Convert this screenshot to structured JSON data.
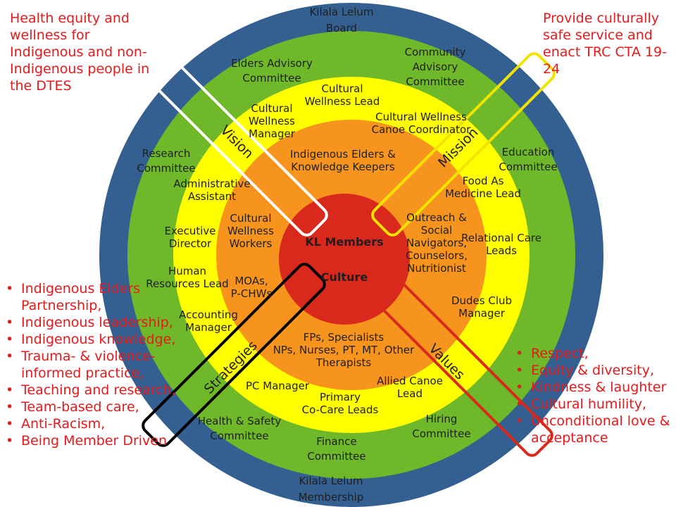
{
  "colors": {
    "outer_ring": "#335f91",
    "green_ring": "#6fb82a",
    "yellow_ring": "#ffff00",
    "orange_ring": "#f7941d",
    "core": "#d9291c",
    "highlight_text": "#e8191b",
    "vision_outline": "#ffffff",
    "mission_outline": "#f2e300",
    "strategies_outline": "#000000",
    "values_outline": "#d9291c"
  },
  "corners": {
    "top_left": "Health equity and wellness for Indigenous and non-Indigenous people in the DTES",
    "top_right": "Provide culturally safe service  and enact TRC CTA 19-24"
  },
  "strategies_list": [
    "Indigenous Elders Partnership,",
    "Indigenous leadership,",
    "Indigenous knowledge,",
    "Trauma- & violence-informed practice,",
    "Teaching and research,",
    "Team-based care,",
    "Anti-Racism,",
    "Being Member Driven"
  ],
  "values_list": [
    "Respect,",
    "Equity & diversity,",
    "Kindness & laughter",
    "Cultural humility,",
    "Unconditional love & acceptance"
  ],
  "pillars": {
    "vision": "Vision",
    "mission": "Mission",
    "strategies": "Strategies",
    "values": "Values"
  },
  "core": {
    "members": "KL Members",
    "culture": "Culture"
  },
  "rings": {
    "outer": {
      "board": [
        "Kilala Lelum",
        "Board"
      ],
      "membership": [
        "Kilala Lelum",
        "Membership"
      ]
    },
    "green": {
      "elders_advisory": [
        "Elders Advisory",
        "Committee"
      ],
      "community_advisory": [
        "Community",
        "Advisory",
        "Committee"
      ],
      "research": [
        "Research",
        "Committee"
      ],
      "education": [
        "Education",
        "Committee"
      ],
      "health_safety": [
        "Health & Safety",
        "Committee"
      ],
      "finance": [
        "Finance",
        "Committee"
      ],
      "hiring": [
        "Hiring",
        "Committee"
      ]
    },
    "yellow": {
      "cultural_wellness_lead": [
        "Cultural",
        "Wellness Lead"
      ],
      "cultural_wellness_manager": [
        "Cultural",
        "Wellness",
        "Manager"
      ],
      "canoe_coordinator": [
        "Cultural Wellness",
        "Canoe Coordinator"
      ],
      "admin_assistant": [
        "Administrative",
        "Assistant"
      ],
      "food_medicine": [
        "Food As",
        "Medicine Lead"
      ],
      "executive_director": [
        "Executive",
        "Director"
      ],
      "relational_care": [
        "Relational Care",
        "Leads"
      ],
      "human_resources": [
        "Human",
        "Resources Lead"
      ],
      "dudes_club": [
        "Dudes Club",
        "Manager"
      ],
      "accounting": [
        "Accounting",
        "Manager"
      ],
      "pc_manager": [
        "PC Manager"
      ],
      "primary_co_care": [
        "Primary",
        "Co-Care Leads"
      ],
      "allied_canoe": [
        "Allied Canoe",
        "Lead"
      ]
    },
    "orange": {
      "elders_keepers": [
        "Indigenous Elders &",
        "Knowledge Keepers"
      ],
      "wellness_workers": [
        "Cultural",
        "Wellness",
        "Workers"
      ],
      "outreach": [
        "Outreach &",
        "Social",
        "Navigators,",
        "Counselors,",
        "Nutritionist"
      ],
      "moas": [
        "MOAs,",
        "P-CHWs"
      ],
      "fps": [
        "FPs, Specialists",
        "NPs, Nurses, PT, MT, Other",
        "Therapists"
      ]
    }
  }
}
